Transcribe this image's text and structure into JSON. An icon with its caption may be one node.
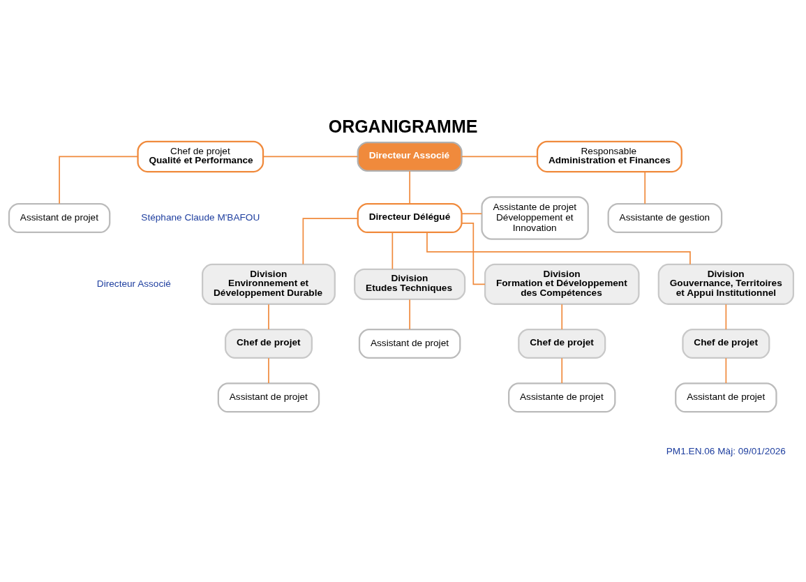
{
  "diagram": {
    "title": "ORGANIGRAMME",
    "nodes": [
      {
        "text": [
          "Directeur Associé"
        ]
      },
      {
        "text": [
          "Chef de projet",
          "Qualité et Performance"
        ]
      },
      {
        "text": [
          "Assistant de projet"
        ]
      },
      {
        "text": [
          "Responsable",
          "Administration et Finances"
        ]
      },
      {
        "text": [
          "Assistante de gestion"
        ]
      },
      {
        "text": [
          "Directeur Délégué"
        ]
      },
      {
        "text": [
          "Assistante de projet Développement et Innovation"
        ]
      },
      {
        "text": [
          "Division",
          "Gouvernance, Territoires et Appui Institutionnel"
        ]
      },
      {
        "text": [
          "Chef de projet"
        ]
      },
      {
        "text": [
          "Assistant de projet"
        ]
      },
      {
        "text": [
          "Division",
          "Environnement et Développement Durable"
        ]
      },
      {
        "text": [
          "Chef de projet"
        ]
      },
      {
        "text": [
          "Assistant de projet"
        ]
      },
      {
        "text": [
          "Division",
          "Etudes Techniques"
        ]
      },
      {
        "text": [
          "Assistant de projet"
        ]
      },
      {
        "text": [
          "Division",
          "Formation et Développement des Compétences"
        ]
      },
      {
        "text": [
          "Chef de projet"
        ]
      },
      {
        "text": [
          "Assistante de projet"
        ]
      }
    ],
    "edges": [
      {
        "from": 1,
        "to": 0,
        "arrow": "none"
      },
      {
        "from": 1,
        "to": 2,
        "arrow": "none"
      },
      {
        "from": 0,
        "to": 3,
        "arrow": "none"
      },
      {
        "from": 3,
        "to": 4,
        "arrow": "none"
      },
      {
        "from": 0,
        "to": 5,
        "arrow": "none"
      },
      {
        "from": 5,
        "to": 6,
        "arrow": "none"
      },
      {
        "from": 5,
        "to": 7,
        "arrow": "none"
      },
      {
        "from": 5,
        "to": 10,
        "arrow": "none"
      },
      {
        "from": 5,
        "to": 13,
        "arrow": "none"
      },
      {
        "from": 5,
        "to": 15,
        "arrow": "none"
      },
      {
        "from": 7,
        "to": 8,
        "arrow": "none"
      },
      {
        "from": 8,
        "to": 9,
        "arrow": "none"
      },
      {
        "from": 10,
        "to": 11,
        "arrow": "none"
      },
      {
        "from": 11,
        "to": 12,
        "arrow": "none"
      },
      {
        "from": 13,
        "to": 14,
        "arrow": "none"
      },
      {
        "from": 15,
        "to": 16,
        "arrow": "none"
      },
      {
        "from": 16,
        "to": 17,
        "arrow": "none"
      }
    ],
    "labels": [
      "Stéphane Claude M'BAFOU",
      "Directeur Associé",
      "PM1.EN.06 Màj: 09/01/2026"
    ]
  }
}
